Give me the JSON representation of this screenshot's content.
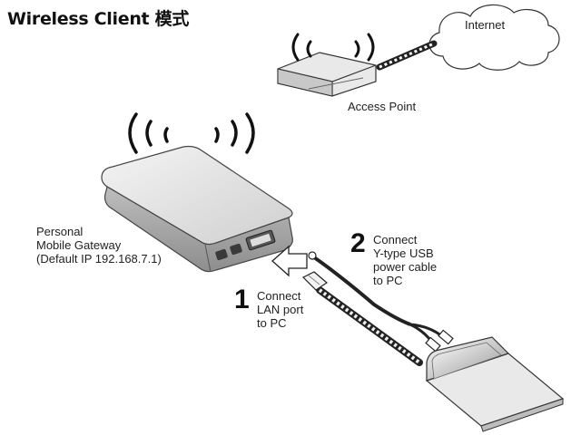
{
  "title": "Wireless Client 模式",
  "labels": {
    "internet": "Internet",
    "access_point": "Access Point",
    "gateway": [
      "Personal",
      "Mobile Gateway",
      "(Default IP 192.168.7.1)"
    ]
  },
  "steps": [
    {
      "number": "1",
      "lines": [
        "Connect",
        "LAN port",
        "to PC"
      ]
    },
    {
      "number": "2",
      "lines": [
        "Connect",
        "Y-type USB",
        "power cable",
        "to PC"
      ]
    }
  ],
  "icons": [
    "cloud-icon",
    "access-point-icon",
    "gateway-device-icon",
    "wireless-waves-icon",
    "laptop-icon",
    "arrow-icon",
    "lan-cable-icon",
    "usb-cable-icon"
  ]
}
